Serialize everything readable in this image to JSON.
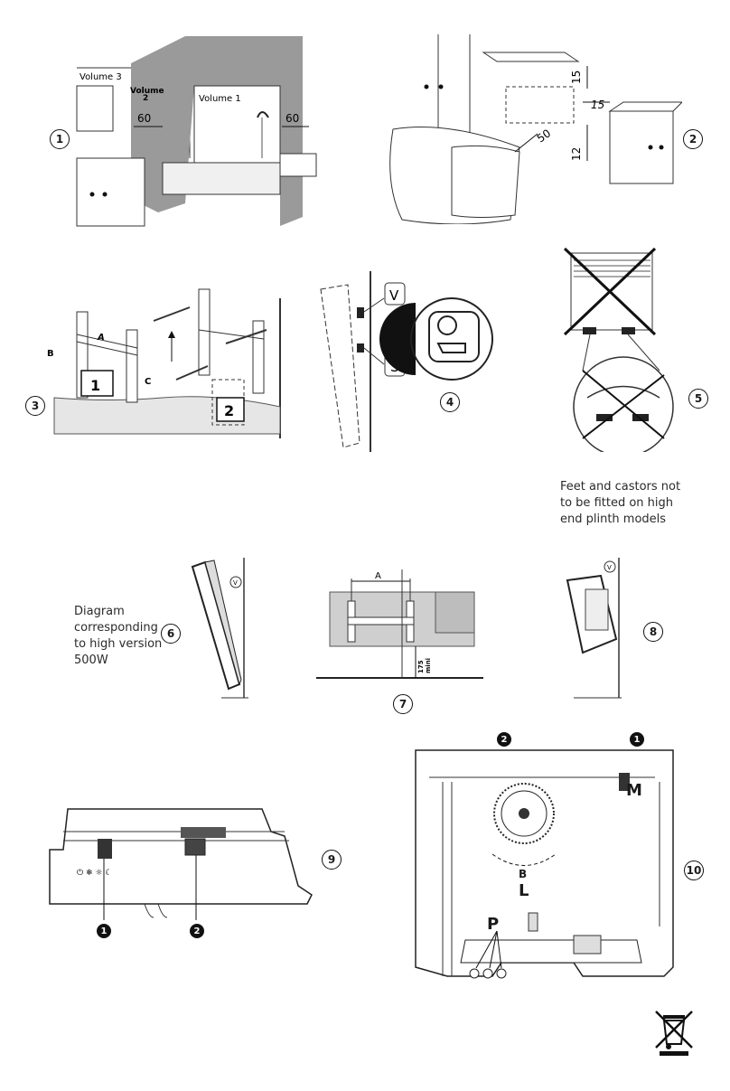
{
  "figure_numbers": [
    "1",
    "2",
    "3",
    "4",
    "5",
    "6",
    "7",
    "8",
    "9",
    "10"
  ],
  "fig1": {
    "volume3": "Volume 3",
    "volume2_a": "Volume",
    "volume2_b": "2",
    "volume1": "Volume 1",
    "dim_left": "60",
    "dim_right": "60"
  },
  "fig2": {
    "dim_15_top": "15",
    "dim_15_side": "15",
    "dim_50": "50",
    "dim_12": "12"
  },
  "fig3": {
    "label_a": "A",
    "label_b": "B",
    "label_c": "C",
    "box1": "1",
    "box2": "2"
  },
  "fig4": {
    "label_v": "V",
    "label_s": "S"
  },
  "fig5": {
    "note": "Feet and castors not to be fitted on high end plinth models"
  },
  "fig6": {
    "note": "Diagram corresponding to high version 500W",
    "label_v": "V"
  },
  "fig7": {
    "label_a": "A",
    "dim_a": "175",
    "dim_b": "mini"
  },
  "fig8": {
    "label_v": "V"
  },
  "fig9": {
    "callout1": "1",
    "callout2": "2"
  },
  "fig10": {
    "callout1": "1",
    "callout2": "2",
    "label_m": "M",
    "label_b": "B",
    "label_l": "L",
    "label_p": "P"
  },
  "symbols": [
    "weee-bin-icon"
  ]
}
